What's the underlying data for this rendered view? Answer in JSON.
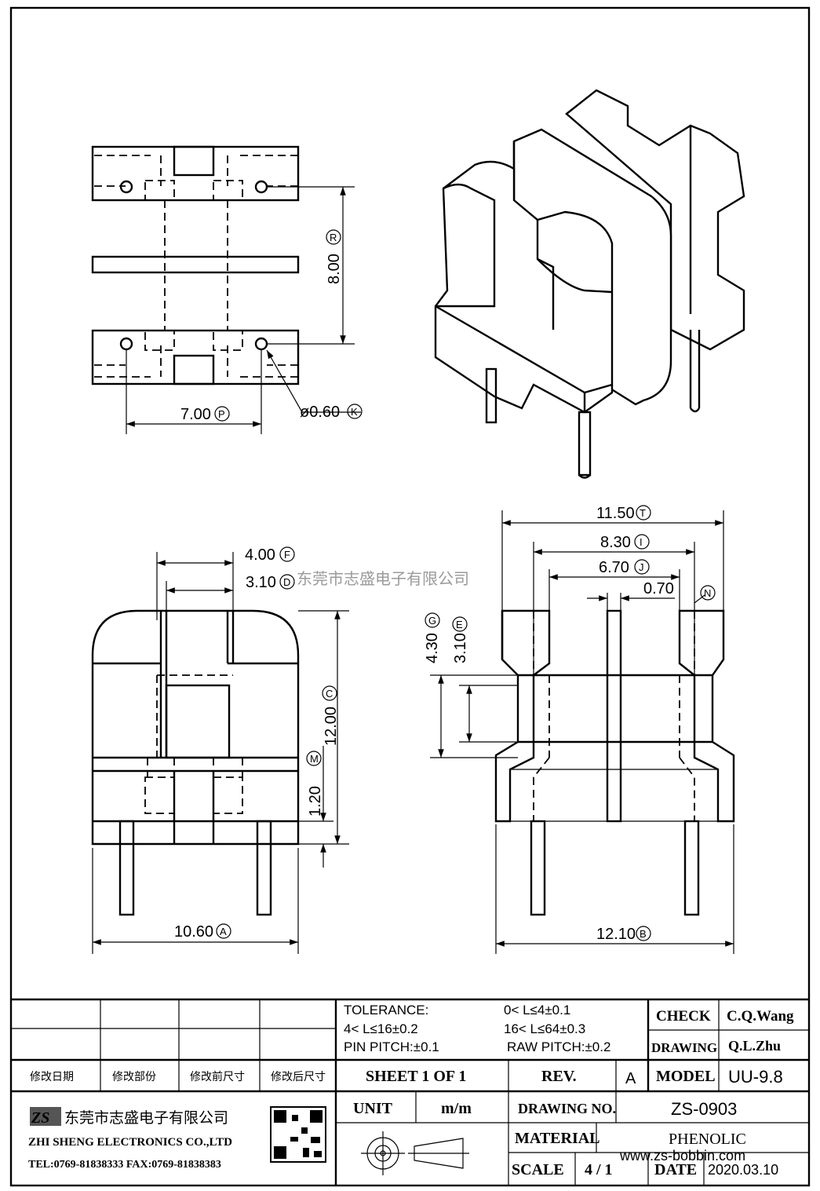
{
  "dimensions": {
    "d_8_00": "8.00",
    "c_R": "R",
    "d_7_00": "7.00",
    "c_P": "P",
    "d_dia": "ø0.60",
    "c_K": "K",
    "d_11_50": "11.50",
    "c_T": "T",
    "d_8_30": "8.30",
    "c_I": "I",
    "d_6_70": "6.70",
    "c_J": "J",
    "d_0_70": "0.70",
    "c_N": "N",
    "d_4_00": "4.00",
    "c_F": "F",
    "d_3_10a": "3.10",
    "c_D": "D",
    "d_12_00": "12.00",
    "c_C": "C",
    "d_1_20": "1.20",
    "c_M": "M",
    "d_10_60": "10.60",
    "c_A": "A",
    "d_4_30": "4.30",
    "c_G": "G",
    "d_3_10b": "3.10",
    "c_E": "E",
    "d_12_10": "12.10",
    "c_B": "B"
  },
  "watermark": "东莞市志盛电子有限公司",
  "title_block": {
    "revision_headers": [
      "修改日期",
      "修改部份",
      "修改前尺寸",
      "修改后尺寸"
    ],
    "tolerance_label": "TOLERANCE:",
    "tol_1": "0< L≤4±0.1",
    "tol_2": "4< L≤16±0.2",
    "tol_3": "16< L≤64±0.3",
    "pin_pitch": "PIN PITCH:±0.1",
    "raw_pitch": "RAW PITCH:±0.2",
    "check_label": "CHECK",
    "check_value": "C.Q.Wang",
    "drawing_label": "DRAWING",
    "drawing_value": "Q.L.Zhu",
    "sheet": "SHEET 1 OF 1",
    "rev_label": "REV.",
    "rev_value": "A",
    "model_label": "MODEL",
    "model_value": "UU-9.8",
    "unit_label": "UNIT",
    "unit_value": "m/m",
    "drawing_no_label": "DRAWING NO.",
    "drawing_no_value": "ZS-0903",
    "material_label": "MATERIAL",
    "material_value": "PHENOLIC",
    "scale_label": "SCALE",
    "scale_value": "4 / 1",
    "date_label": "DATE",
    "date_value": "2020.03.10",
    "company_cn": "东莞市志盛电子有限公司",
    "company_en": "ZHI SHENG ELECTRONICS CO.,LTD",
    "contact": "TEL:0769-81838333 FAX:0769-81838383",
    "logo_text": "ZS",
    "website_watermark": "www.zs-bobbin.com"
  }
}
